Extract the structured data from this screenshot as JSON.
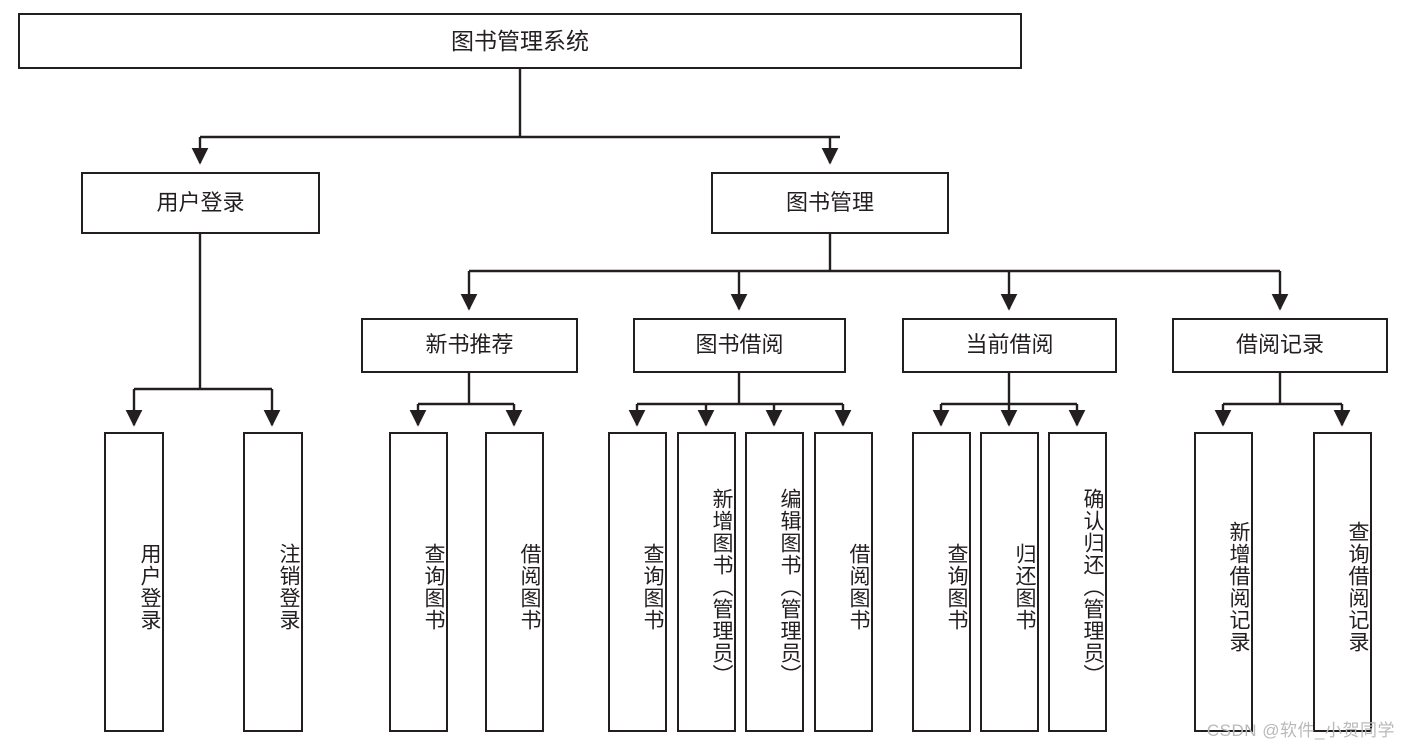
{
  "diagram": {
    "title": "图书管理系统",
    "type": "hierarchy-tree",
    "root": {
      "label": "图书管理系统"
    },
    "level2": [
      {
        "id": "user-login",
        "label": "用户登录"
      },
      {
        "id": "book-management",
        "label": "图书管理"
      }
    ],
    "level3": [
      {
        "id": "new-book-recommend",
        "label": "新书推荐",
        "parent": "book-management"
      },
      {
        "id": "book-borrow",
        "label": "图书借阅",
        "parent": "book-management"
      },
      {
        "id": "current-borrow",
        "label": "当前借阅",
        "parent": "book-management"
      },
      {
        "id": "borrow-record",
        "label": "借阅记录",
        "parent": "book-management"
      }
    ],
    "leaves": [
      {
        "id": "leaf-user-login",
        "label": "用户登录",
        "parent": "user-login"
      },
      {
        "id": "leaf-logout",
        "label": "注销登录",
        "parent": "user-login"
      },
      {
        "id": "leaf-query-book-1",
        "label": "查询图书",
        "parent": "new-book-recommend"
      },
      {
        "id": "leaf-borrow-book-1",
        "label": "借阅图书",
        "parent": "new-book-recommend"
      },
      {
        "id": "leaf-query-book-2",
        "label": "查询图书",
        "parent": "book-borrow"
      },
      {
        "id": "leaf-add-book",
        "label": "新增图书（管理员）",
        "parent": "book-borrow"
      },
      {
        "id": "leaf-edit-book",
        "label": "编辑图书（管理员）",
        "parent": "book-borrow"
      },
      {
        "id": "leaf-borrow-book-2",
        "label": "借阅图书",
        "parent": "book-borrow"
      },
      {
        "id": "leaf-query-book-3",
        "label": "查询图书",
        "parent": "current-borrow"
      },
      {
        "id": "leaf-return-book",
        "label": "归还图书",
        "parent": "current-borrow"
      },
      {
        "id": "leaf-confirm-return",
        "label": "确认归还（管理员）",
        "parent": "current-borrow"
      },
      {
        "id": "leaf-add-record",
        "label": "新增借阅记录",
        "parent": "borrow-record"
      },
      {
        "id": "leaf-query-record",
        "label": "查询借阅记录",
        "parent": "borrow-record"
      }
    ],
    "watermark": "CSDN @软件_小贺同学",
    "colors": {
      "stroke": "#231f20",
      "fill": "#ffffff",
      "text": "#231f20",
      "watermark": "#b9b9b9"
    }
  }
}
